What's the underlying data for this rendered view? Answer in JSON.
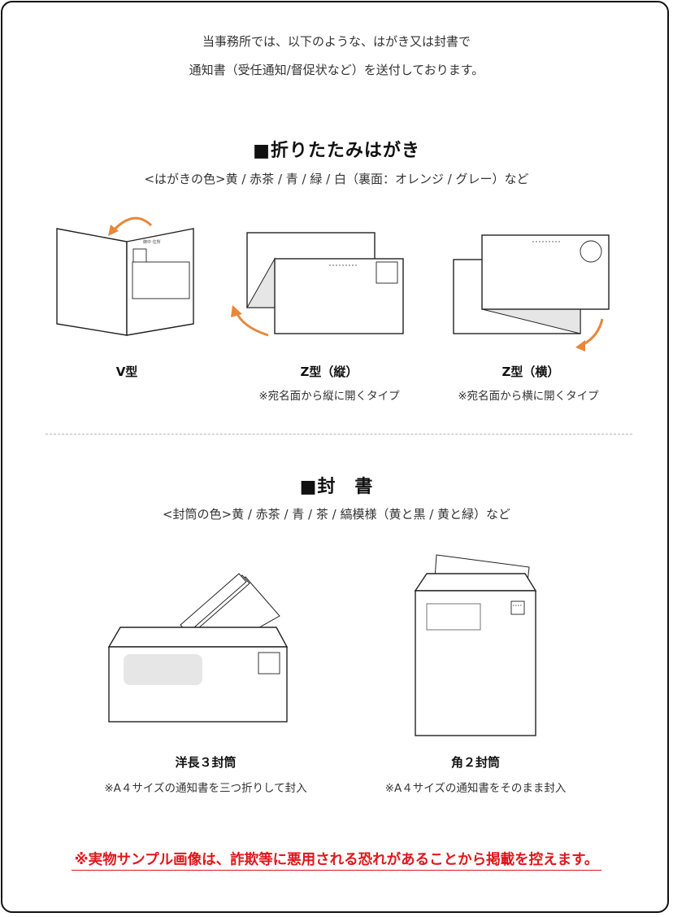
{
  "intro": {
    "line1": "当事務所では、以下のような、はがき又は封書で",
    "line2": "通知書（受任通知/督促状など）を送付しております。"
  },
  "postcard_section": {
    "title": "■折りたたみはがき",
    "colors": "<はがきの色>黄 / 赤茶 / 青 / 緑 / 白（裏面：オレンジ / グレー）など",
    "items": [
      {
        "label": "V型",
        "note": ""
      },
      {
        "label": "Z型（縦）",
        "note": "※宛名面から縦に開くタイプ"
      },
      {
        "label": "Z型（横）",
        "note": "※宛名面から横に開くタイプ"
      }
    ]
  },
  "envelope_section": {
    "title": "■封　書",
    "colors": "<封筒の色>黄 / 赤茶 / 青 / 茶 / 縞模様（黄と黒 / 黄と緑）など",
    "items": [
      {
        "label": "洋長３封筒",
        "note": "※A４サイズの通知書を三つ折りして封入"
      },
      {
        "label": "角２封筒",
        "note": "※A４サイズの通知書をそのまま封入"
      }
    ]
  },
  "warning": "※実物サンプル画像は、詐欺等に悪用される恐れがあることから掲載を控えます。",
  "colors": {
    "arrow": "#e8873a",
    "warning": "#e0161b",
    "window_fill": "#e6e6e6"
  }
}
